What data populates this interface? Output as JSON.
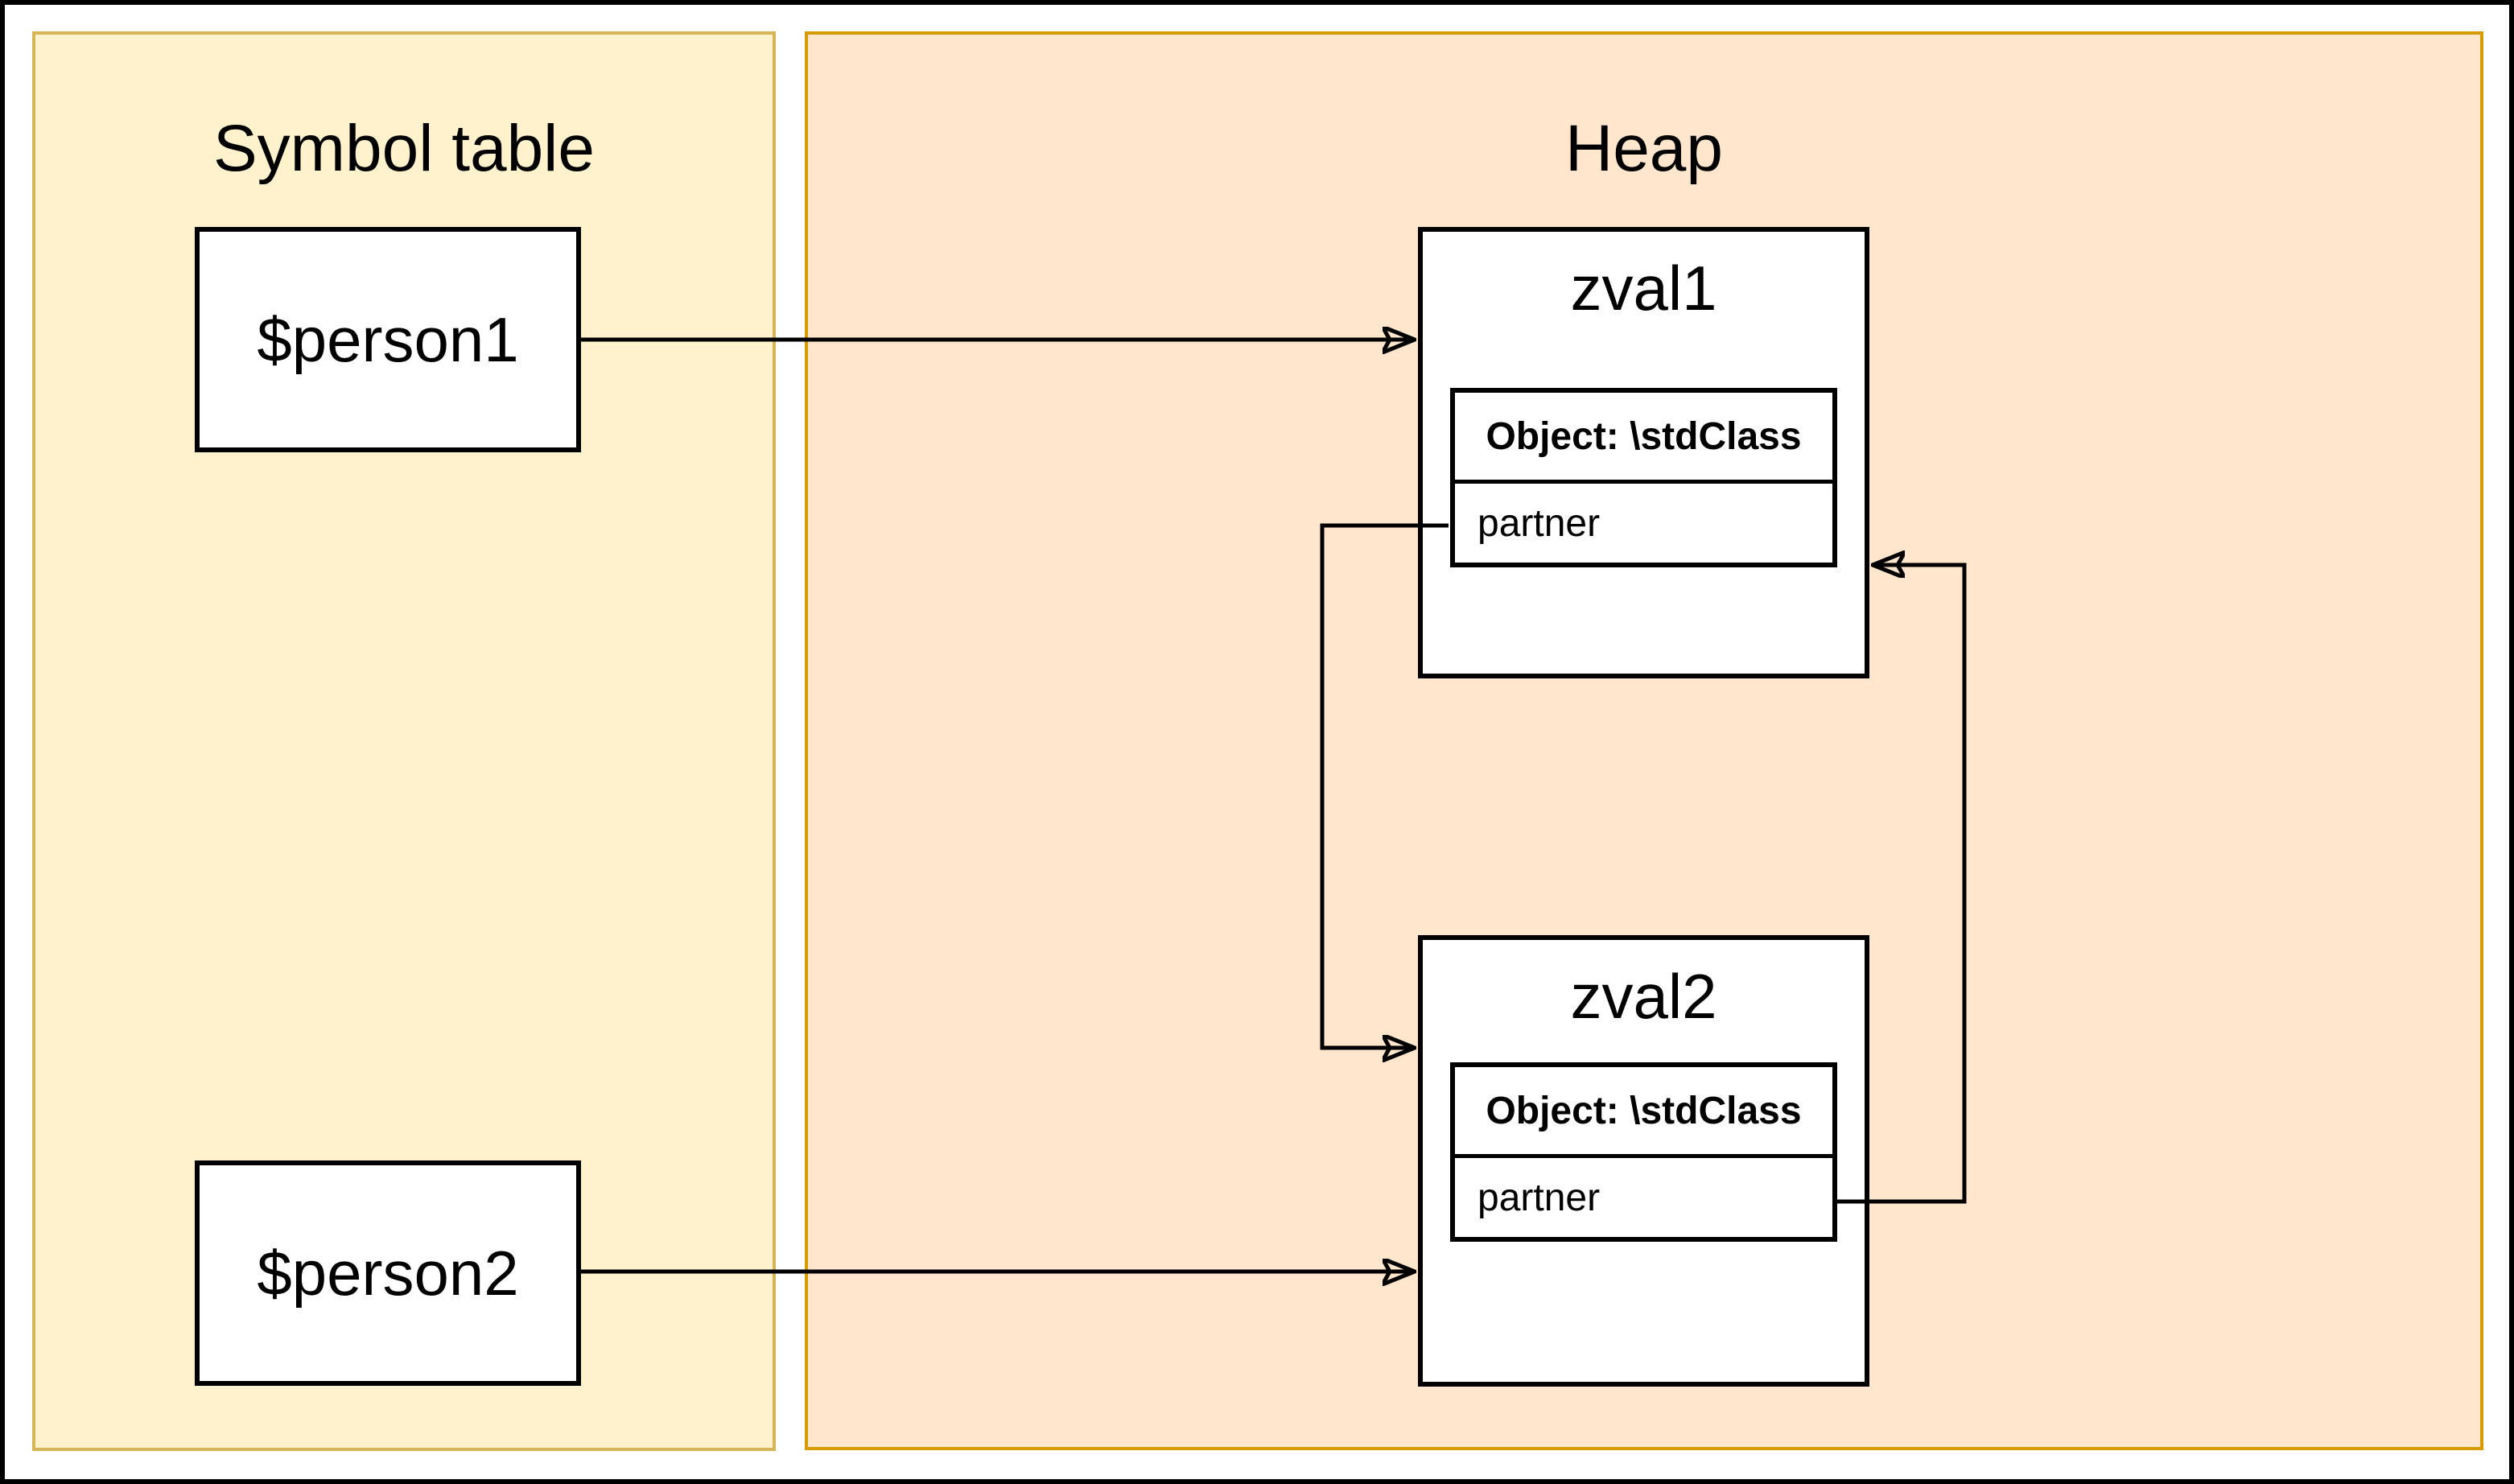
{
  "diagram": {
    "symbol_panel": {
      "title": "Symbol table"
    },
    "heap_panel": {
      "title": "Heap"
    },
    "variables": [
      {
        "label": "$person1"
      },
      {
        "label": "$person2"
      }
    ],
    "zvals": [
      {
        "title": "zval1",
        "type_label": "Object: \\stdClass",
        "property_label": "partner"
      },
      {
        "title": "zval2",
        "type_label": "Object: \\stdClass",
        "property_label": "partner"
      }
    ],
    "colors": {
      "symbol_fill": "#FFF2CC",
      "symbol_border": "#D6B656",
      "heap_fill": "#FFE6CC",
      "heap_border": "#D79B00",
      "box_fill": "#FFFFFF",
      "line": "#000000"
    }
  }
}
